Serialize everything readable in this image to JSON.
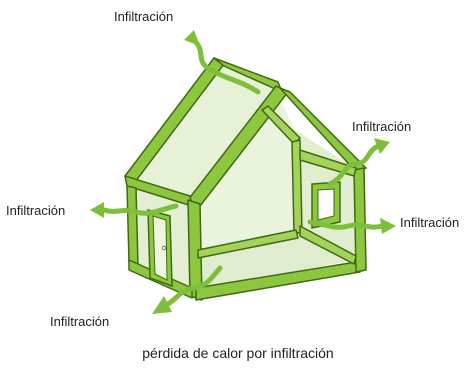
{
  "labels": {
    "top": "Infiltración",
    "right_top": "Infiltración",
    "left": "Infiltración",
    "right_bottom": "Infiltración",
    "bottom_left": "Infiltración"
  },
  "caption": "pérdida de calor por infiltración",
  "colors": {
    "frame": "#8dc63f",
    "frame_stroke": "#3e6b12",
    "wall_fill": "#e6f1d6",
    "arrow": "#7dbf3a"
  },
  "icons": {
    "arrow": "curved-arrow-icon",
    "door": "door-icon",
    "window": "window-icon"
  }
}
